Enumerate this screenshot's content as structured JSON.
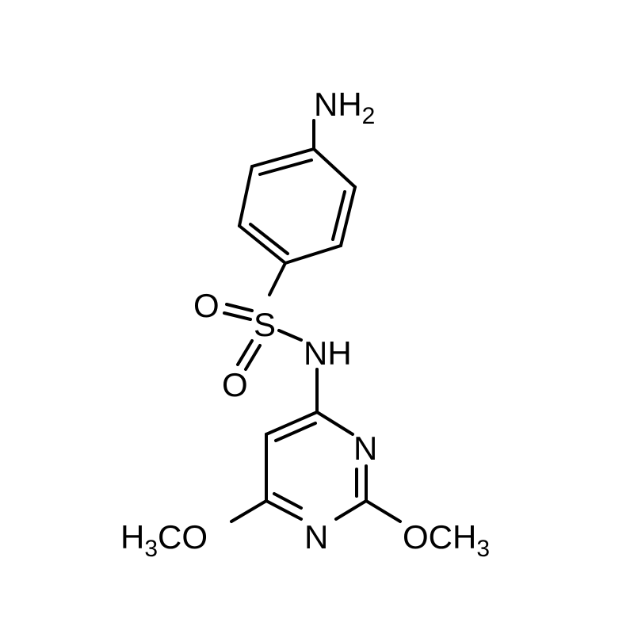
{
  "molecule": {
    "atoms": {
      "amine": {
        "main": "NH",
        "sub": "2"
      },
      "sulfur": "S",
      "oxygen_top": "O",
      "oxygen_bottom": "O",
      "sulfonamide_nh": "NH",
      "ring_n_top": "N",
      "ring_n_bottom": "N",
      "methoxy_left": {
        "pre": "H",
        "sub": "3",
        "post": "CO"
      },
      "methoxy_right": {
        "main": "OCH",
        "sub": "3"
      }
    }
  },
  "colors": {
    "ink": "#000000",
    "background": "#ffffff"
  }
}
